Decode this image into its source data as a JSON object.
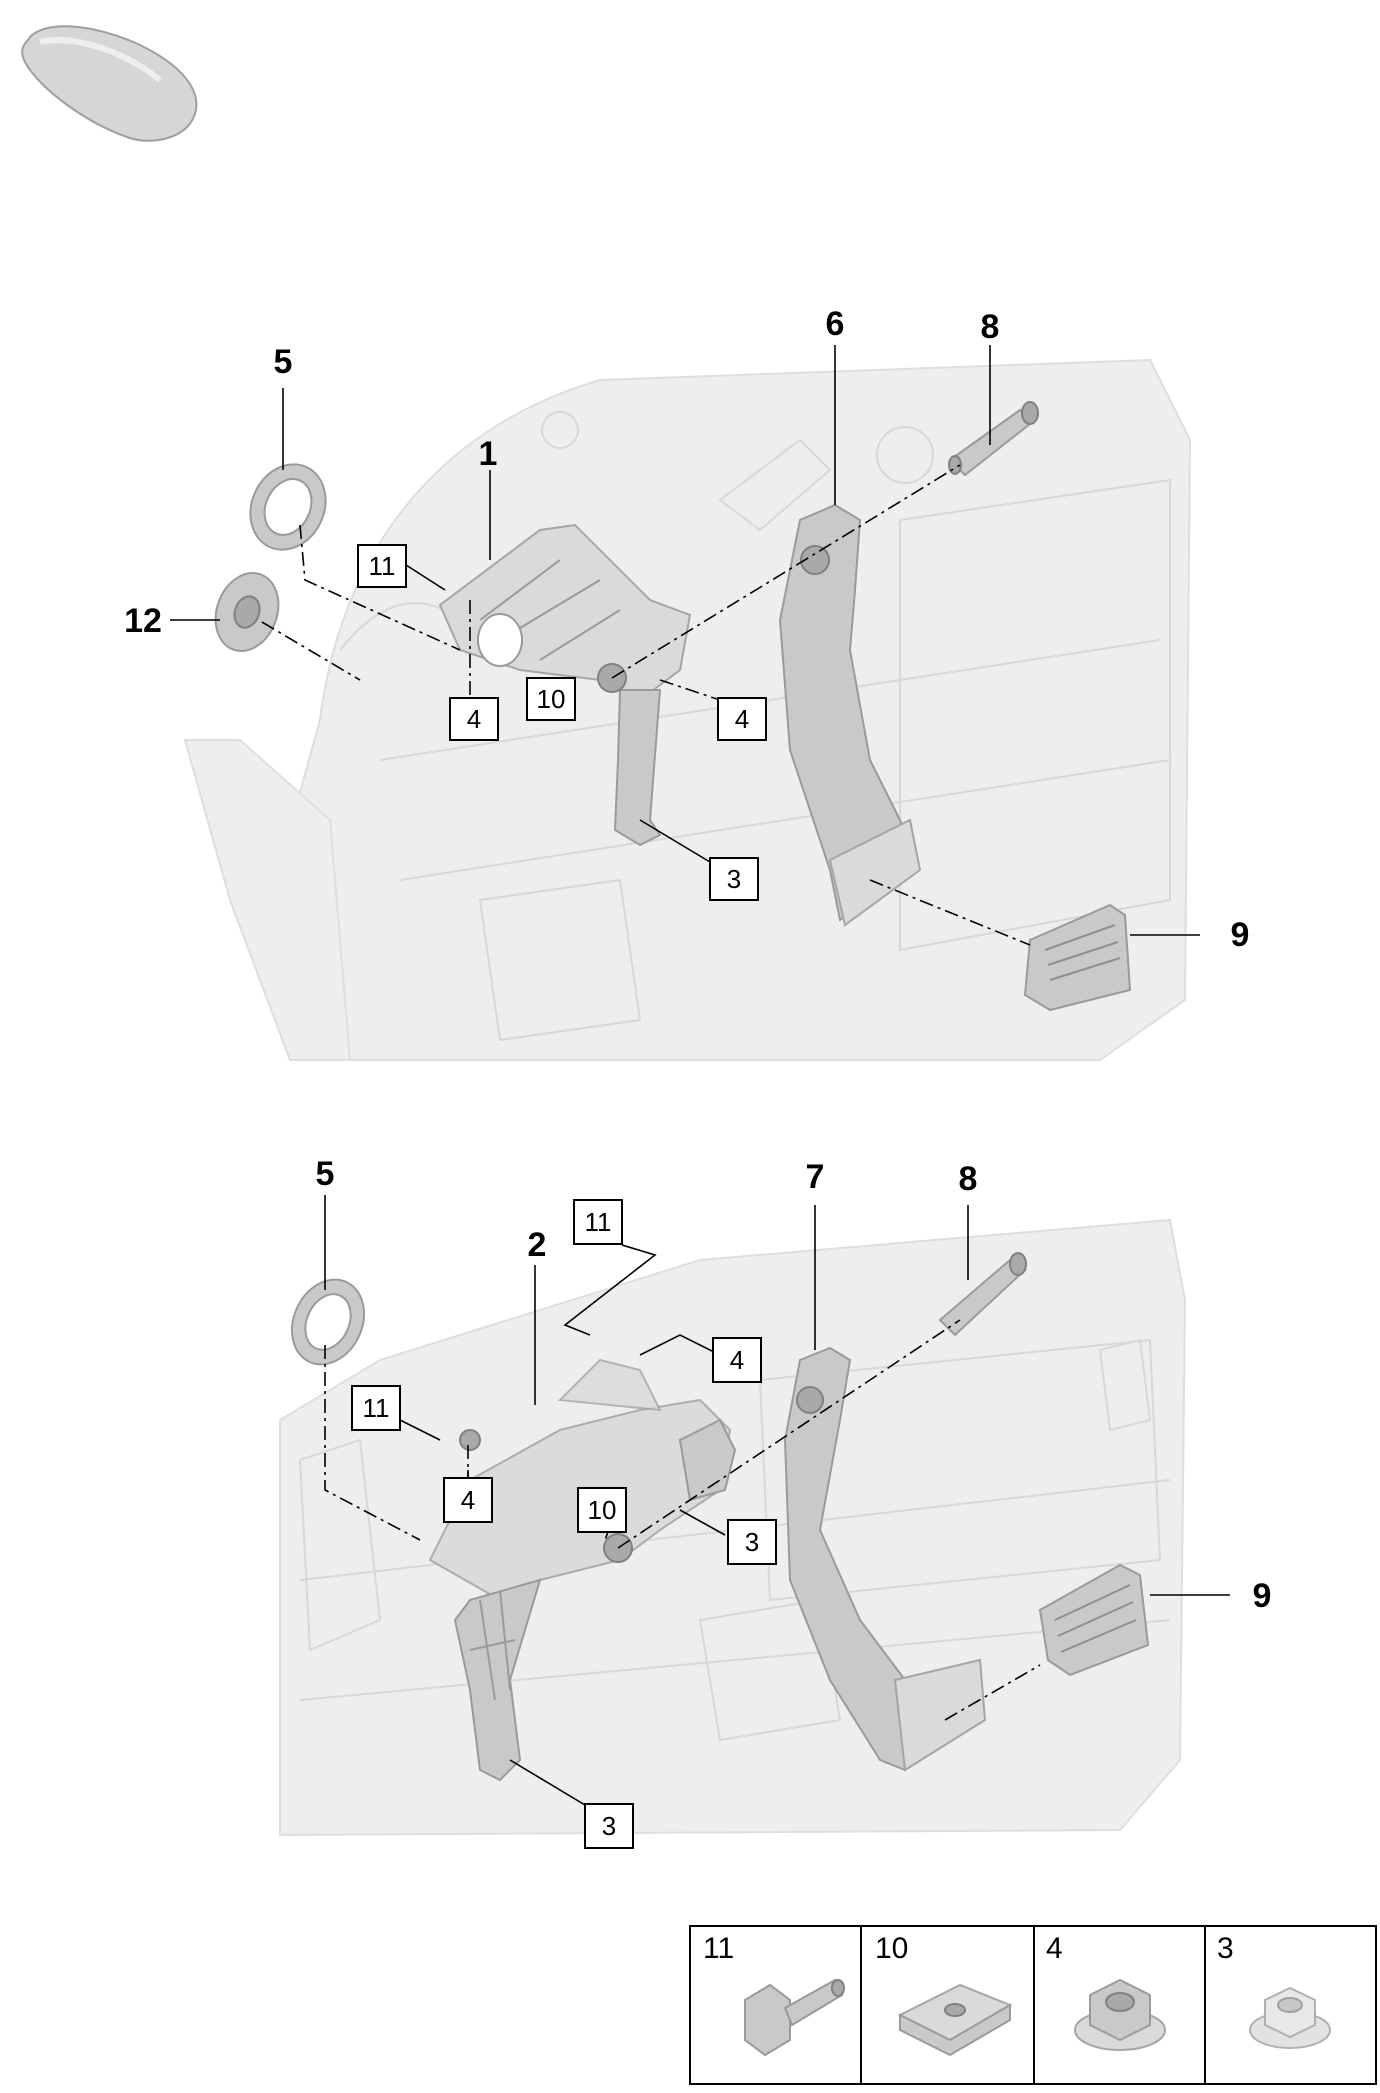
{
  "diagram": {
    "top_view": {
      "labels": {
        "p1": "1",
        "p5": "5",
        "p6": "6",
        "p8": "8",
        "p9": "9",
        "p12": "12",
        "box11": "11",
        "box4a": "4",
        "box10": "10",
        "box4b": "4",
        "box3": "3"
      }
    },
    "bottom_view": {
      "labels": {
        "p2": "2",
        "p5": "5",
        "p7": "7",
        "p8": "8",
        "p9": "9",
        "box11a": "11",
        "box4a": "4",
        "box11b": "11",
        "box4b": "4",
        "box10": "10",
        "box3a": "3",
        "box3b": "3"
      }
    },
    "parts_table": {
      "cells": [
        "11",
        "10",
        "4",
        "3"
      ]
    }
  }
}
